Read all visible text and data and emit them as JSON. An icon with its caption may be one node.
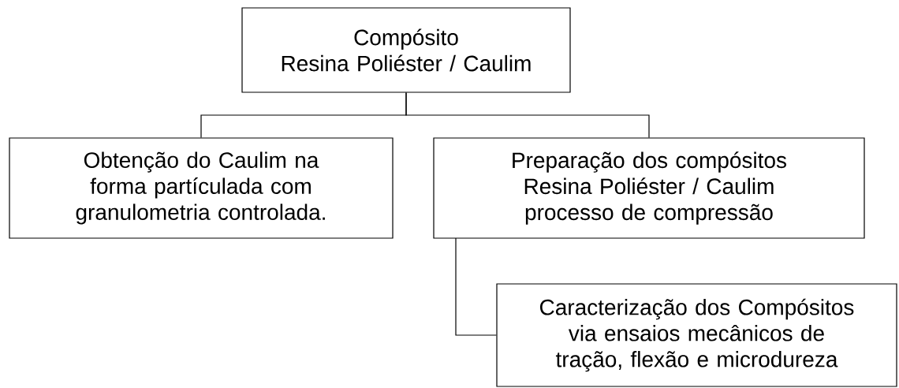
{
  "diagram": {
    "nodes": [
      {
        "text": [
          "Compósito",
          "Resina Poliéster / Caulim"
        ]
      },
      {
        "text": [
          "Obtenção do Caulim na forma partículada com granulometria controlada."
        ]
      },
      {
        "text": [
          "Preparação dos compósitos Resina Poliéster / Caulim",
          "processo de compressão"
        ]
      },
      {
        "text": [
          "Caracterização dos Compósitos via ensaios mecânicos de tração, flexão e microdureza"
        ]
      }
    ],
    "edges": [
      {
        "from": 0,
        "to": 1,
        "arrow": "none"
      },
      {
        "from": 0,
        "to": 2,
        "arrow": "none"
      },
      {
        "from": 2,
        "to": 3,
        "arrow": "none"
      }
    ]
  }
}
